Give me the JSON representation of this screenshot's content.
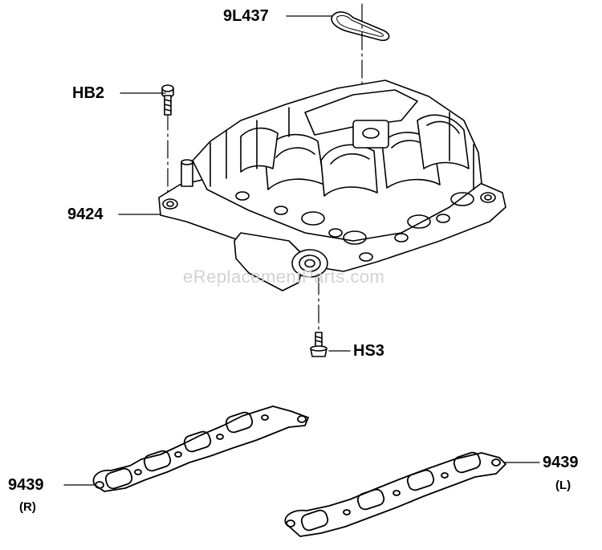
{
  "watermark": "eReplacementParts.com",
  "parts": {
    "gasket_top": "9L437",
    "bolt_upper": "HB2",
    "manifold": "9424",
    "stud_lower": "HS3",
    "gasket_right": "9439",
    "gasket_right_side": "(R)",
    "gasket_left": "9439",
    "gasket_left_side": "(L)"
  }
}
